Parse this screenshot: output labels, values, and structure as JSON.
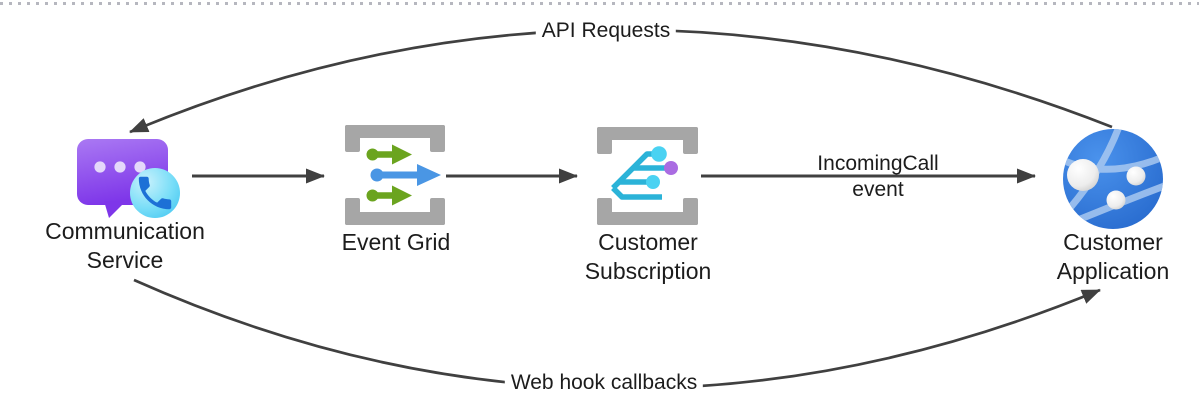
{
  "diagram": {
    "background": "#ffffff",
    "dotted_border_color": "#b6b7bf",
    "connector_color": "#404040",
    "text_color": "#1c1c1c"
  },
  "nodes": [
    {
      "id": "communication-service",
      "label_lines": [
        "Communication",
        "Service"
      ]
    },
    {
      "id": "event-grid",
      "label_lines": [
        "Event Grid"
      ]
    },
    {
      "id": "customer-subscription",
      "label_lines": [
        "Customer",
        "Subscription"
      ]
    },
    {
      "id": "customer-application",
      "label_lines": [
        "Customer",
        "Application"
      ]
    }
  ],
  "connectors": {
    "api_requests": {
      "label": "API Requests"
    },
    "subscription_to_application": {
      "label_lines": [
        "IncomingCall",
        "event"
      ]
    },
    "web_hook": {
      "label": "Web hook callbacks"
    }
  },
  "icon_colors": {
    "bubble_purple_top": "#aa79f3",
    "bubble_purple_bottom": "#7e36e9",
    "bubble_dots": "#e4d8fa",
    "phone_circle_blue": "#54d2f5",
    "phone_handset_blue": "#1d70d6",
    "bracket_gray": "#a6a6a6",
    "eventgrid_green": "#6ba41f",
    "eventgrid_blue": "#4a96e4",
    "subscription_cyan": "#2bb3d8",
    "subscription_dot_cyan": "#4ad2f2",
    "subscription_dot_purple": "#aa6ce2",
    "globe_blue": "#2e79dd",
    "globe_arc": "#a8c8f0",
    "globe_sphere": "#f2f2f2"
  }
}
